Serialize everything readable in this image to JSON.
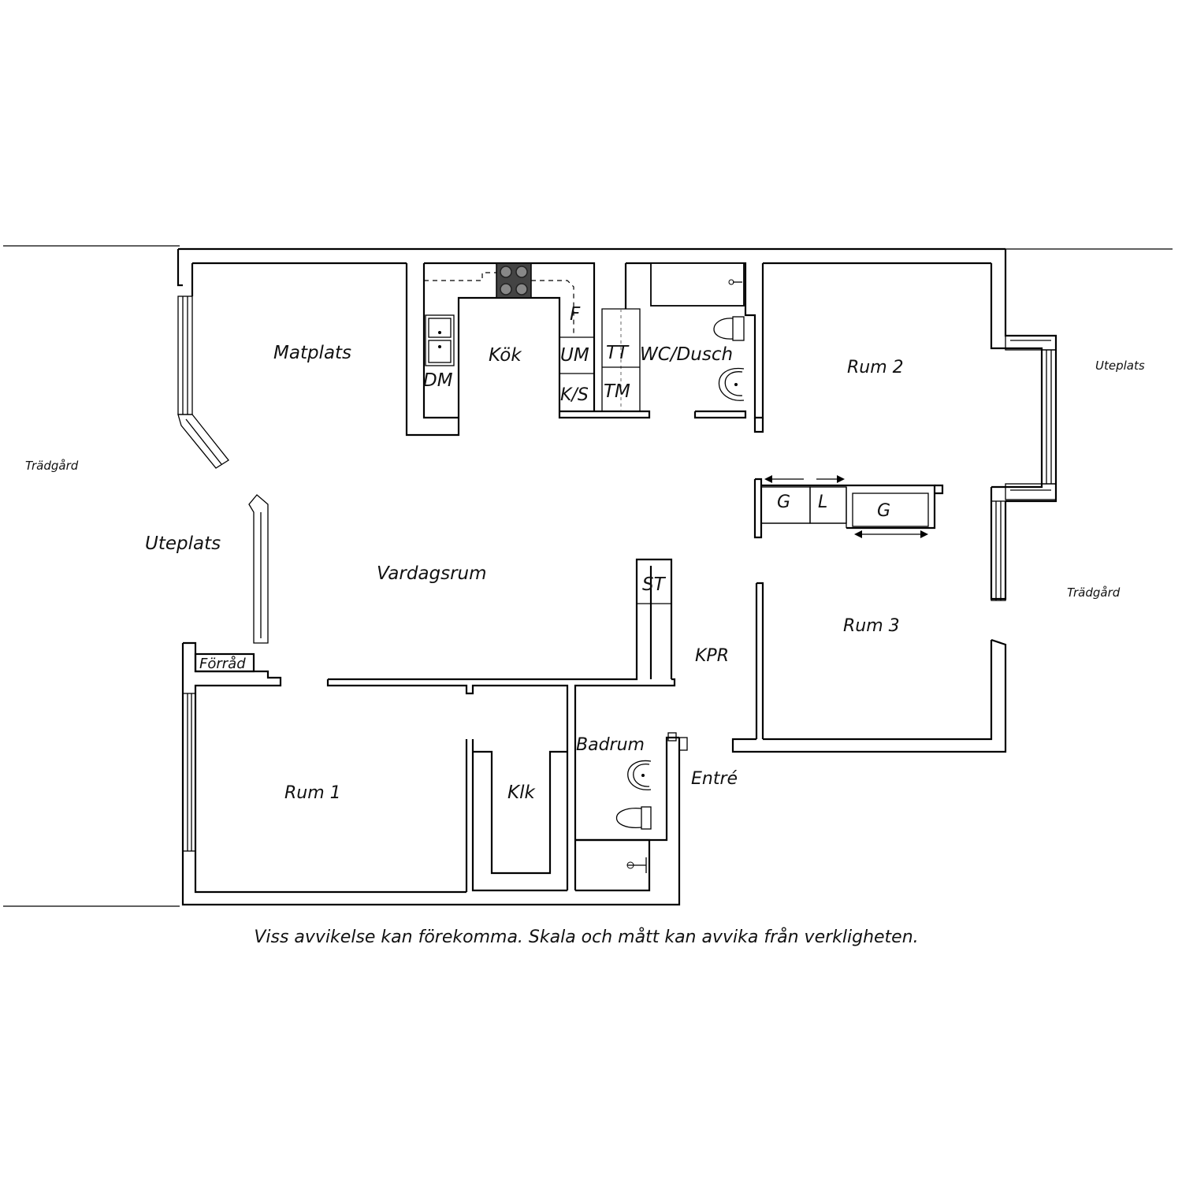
{
  "labels": {
    "matplats": "Matplats",
    "kok": "Kök",
    "dm": "DM",
    "f": "F",
    "um": "UM",
    "ks": "K/S",
    "tt": "TT",
    "tm": "TM",
    "wc_dusch": "WC/Dusch",
    "rum2": "Rum 2",
    "uteplats_right": "Uteplats",
    "tradgard_left": "Trädgård",
    "uteplats_left": "Uteplats",
    "g1": "G",
    "l": "L",
    "g2": "G",
    "vardagsrum": "Vardagsrum",
    "st": "ST",
    "tradgard_right": "Trädgård",
    "rum3": "Rum 3",
    "kpr": "KPR",
    "forrad": "Förråd",
    "badrum": "Badrum",
    "entre": "Entré",
    "rum1": "Rum 1",
    "klk": "Klk"
  },
  "footer": {
    "disclaimer": "Viss avvikelse kan förekomma. Skala och mått kan avvika från verkligheten."
  }
}
